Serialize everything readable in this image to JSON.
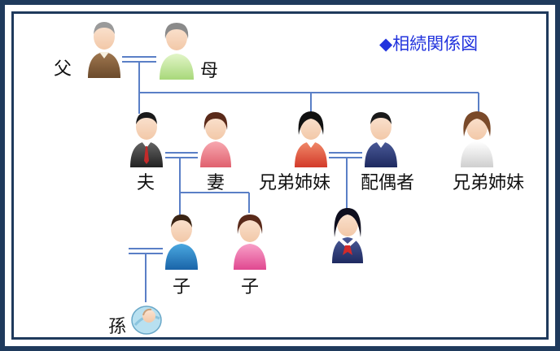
{
  "title": "◆相続関係図",
  "people": {
    "father": "父",
    "mother": "母",
    "husband": "夫",
    "wife": "妻",
    "sibling_1": "兄弟姉妹",
    "spouse": "配偶者",
    "sibling_2": "兄弟姉妹",
    "child_1": "子",
    "child_2": "子",
    "grandchild": "孫"
  },
  "colors": {
    "frame": "#1f3a5c",
    "line": "#5a7fc6",
    "title": "#2233dd"
  }
}
